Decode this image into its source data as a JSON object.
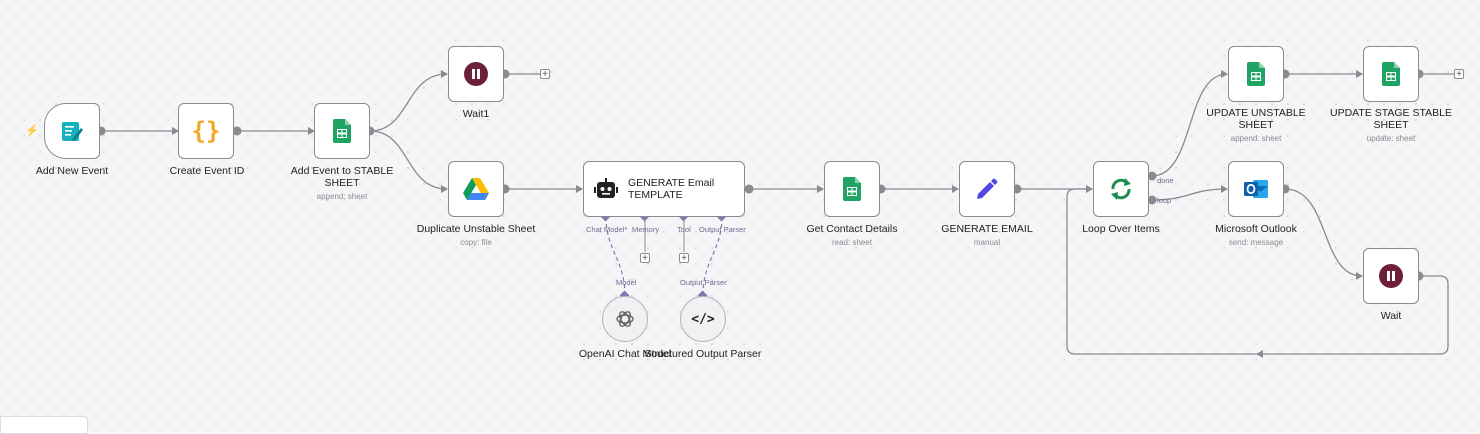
{
  "colors": {
    "connection": "#8a8a8f",
    "sub_connection": "#7b7bb0",
    "sheets_green": "#1fa463",
    "wait_maroon": "#6b1f3b",
    "loop_green": "#1b8f4d",
    "email_blue": "#4f46e5",
    "trigger_teal": "#16b1bf",
    "code_orange": "#f5a623"
  },
  "nodes": {
    "add_new_event": {
      "label": "Add New Event",
      "icon": "form-trigger-icon"
    },
    "create_event_id": {
      "label": "Create Event ID",
      "icon": "code-braces-icon"
    },
    "add_event_stable": {
      "label": "Add Event to STABLE SHEET",
      "sub": "append: sheet",
      "icon": "google-sheets-icon"
    },
    "wait1": {
      "label": "Wait1",
      "icon": "pause-icon"
    },
    "duplicate_unstable": {
      "label": "Duplicate Unstable Sheet",
      "sub": "copy: file",
      "icon": "google-drive-icon"
    },
    "generate_template": {
      "label": "GENERATE Email TEMPLATE",
      "icon": "robot-icon"
    },
    "get_contact": {
      "label": "Get Contact Details",
      "sub": "read: sheet",
      "icon": "google-sheets-icon"
    },
    "generate_email": {
      "label": "GENERATE EMAIL",
      "sub": "manual",
      "icon": "pencil-icon"
    },
    "loop_items": {
      "label": "Loop Over Items",
      "icon": "loop-icon"
    },
    "update_unstable": {
      "label": "UPDATE UNSTABLE SHEET",
      "sub": "append: sheet",
      "icon": "google-sheets-icon"
    },
    "update_stage_stable": {
      "label": "UPDATE STAGE STABLE SHEET",
      "sub": "update: sheet",
      "icon": "google-sheets-icon"
    },
    "outlook": {
      "label": "Microsoft Outlook",
      "sub": "send: message",
      "icon": "outlook-icon"
    },
    "wait": {
      "label": "Wait",
      "icon": "pause-icon"
    },
    "openai_model": {
      "label": "OpenAI Chat Model",
      "icon": "openai-icon"
    },
    "output_parser": {
      "label": "Structured Output Parser",
      "icon": "code-tag-icon"
    }
  },
  "ports": {
    "chat_model": "Chat Model*",
    "memory": "Memory",
    "tool": "Tool",
    "output_parser": "Output Parser",
    "model_in": "Model",
    "parser_in": "Output Parser",
    "done": "done",
    "loop": "loop"
  },
  "plus_symbol": "+"
}
